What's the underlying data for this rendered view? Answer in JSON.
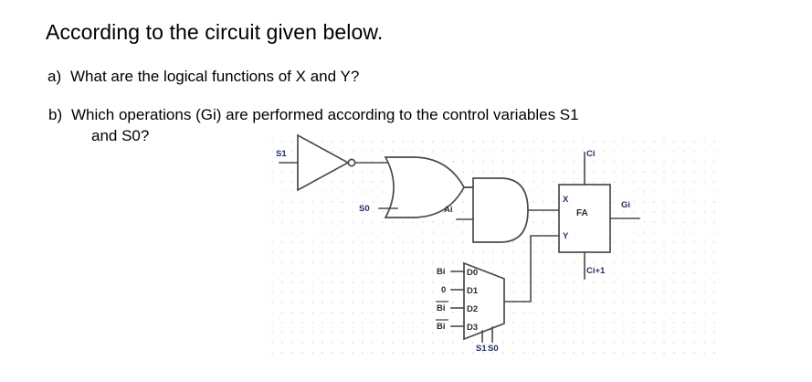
{
  "document": {
    "heading": "According to the circuit given below.",
    "questions": [
      {
        "marker": "a)",
        "text": "What are the logical functions of X and Y?"
      },
      {
        "marker": "b)",
        "line1": "Which operations (Gi) are performed according to the control variables S1",
        "line2": "and S0?"
      }
    ]
  },
  "circuit": {
    "label_color": "#24306b",
    "wire_color": "#4a4a4a",
    "grid_dot_color": "#d8d8e4",
    "inputs": {
      "s1": "S1",
      "s0": "S0",
      "ai": "Ai",
      "ci": "Ci"
    },
    "nodes": {
      "x": "X",
      "y": "Y"
    },
    "outputs": {
      "gi": "Gi",
      "ci_next": "Ci+1"
    },
    "adder": {
      "name": "FA"
    },
    "mux": {
      "data_labels": [
        "D0",
        "D1",
        "D2",
        "D3"
      ],
      "data_inputs": [
        "Bi",
        "0",
        "Bi",
        "Bi"
      ],
      "data_inputs_overline": [
        false,
        false,
        true,
        true
      ],
      "select_labels": [
        "S1",
        "S0"
      ]
    }
  }
}
